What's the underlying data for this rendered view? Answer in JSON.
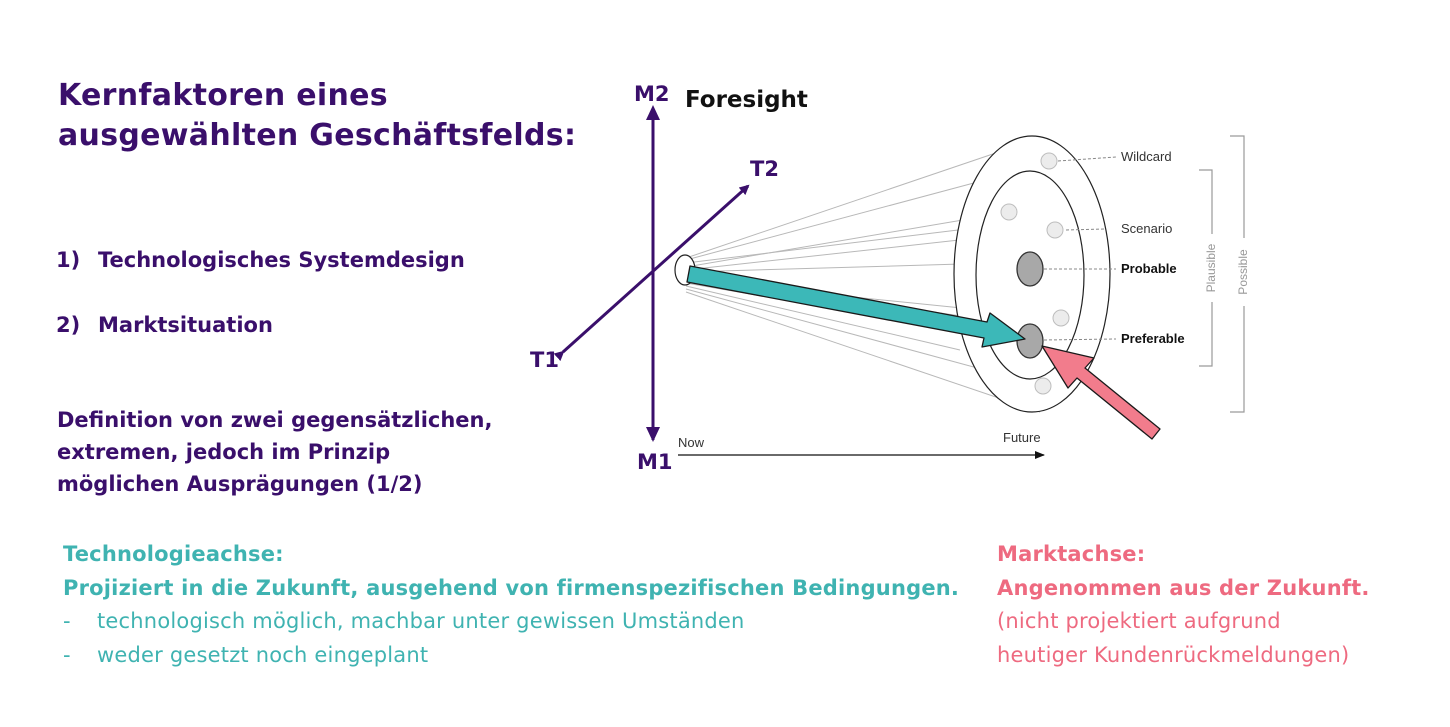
{
  "heading": {
    "line1": "Kernfaktoren eines",
    "line2": "ausgewählten Geschäftsfelds:"
  },
  "factors": [
    {
      "num": "1)",
      "label": "Technologisches Systemdesign"
    },
    {
      "num": "2)",
      "label": "Marktsituation"
    }
  ],
  "definition": {
    "line1": "Definition von zwei gegensätzlichen,",
    "line2": "extremen, jedoch im Prinzip",
    "line3": "möglichen Ausprägungen (1/2)"
  },
  "axes": {
    "m2": "M2",
    "m1": "M1",
    "t2": "T2",
    "t1": "T1"
  },
  "foresight": {
    "title": "Foresight",
    "wildcard": "Wildcard",
    "scenario": "Scenario",
    "probable": "Probable",
    "preferable": "Preferable",
    "plausible": "Plausible",
    "possible": "Possible",
    "now": "Now",
    "future": "Future"
  },
  "technology_axis": {
    "heading": "Technologieachse:",
    "subheading": "Projiziert in die Zukunft, ausgehend von firmenspezifischen Bedingungen.",
    "bullet_marker": "-",
    "bullets": [
      "technologisch möglich, machbar unter gewissen Umständen",
      "weder gesetzt noch eingeplant"
    ]
  },
  "market_axis": {
    "heading": "Marktachse:",
    "subheading": "Angenommen aus der Zukunft.",
    "line3": "(nicht projektiert aufgrund",
    "line4": "heutiger Kundenrückmeldungen)"
  },
  "colors": {
    "purple": "#3a0f6b",
    "teal": "#3fb3b1",
    "pink": "#ee6a80"
  }
}
